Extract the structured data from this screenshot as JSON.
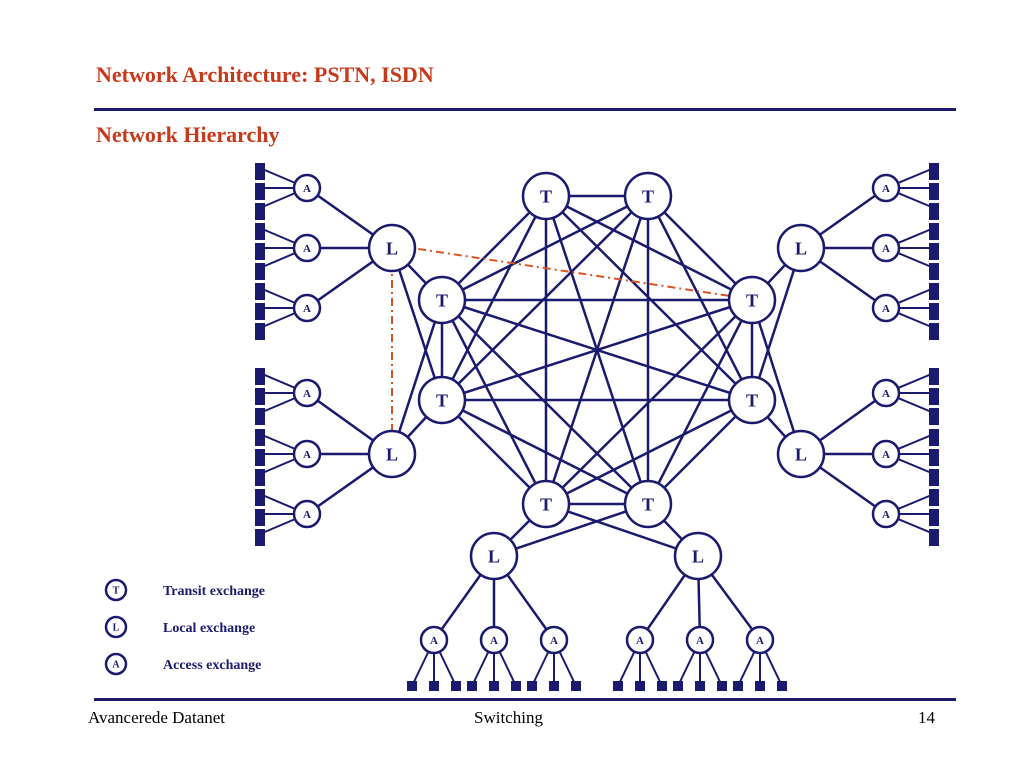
{
  "slide": {
    "title": "Network Architecture: PSTN, ISDN",
    "subtitle": "Network Hierarchy"
  },
  "colors": {
    "title": "#c8391a",
    "node": "#1a1a6e",
    "dash_line": "#d9541e"
  },
  "node_labels": {
    "transit": "T",
    "local": "L",
    "access": "A"
  },
  "legend": [
    {
      "symbol": "T",
      "label": "Transit exchange"
    },
    {
      "symbol": "L",
      "label": "Local exchange"
    },
    {
      "symbol": "A",
      "label": "Access exchange"
    }
  ],
  "footer": {
    "left": "Avancerede Datanet",
    "center": "Switching",
    "right": "14"
  }
}
